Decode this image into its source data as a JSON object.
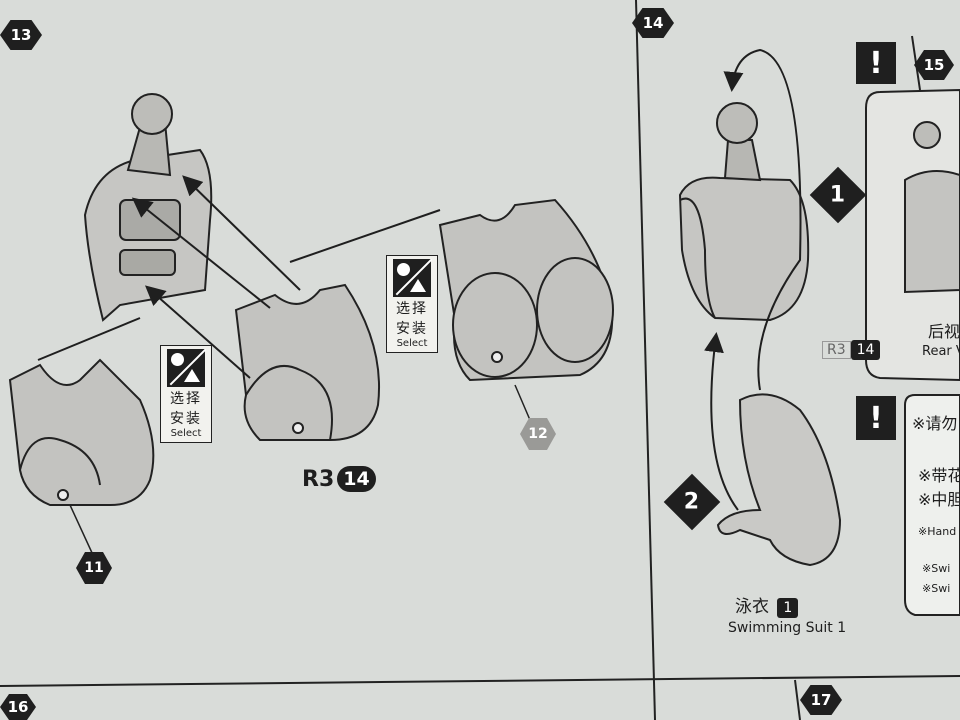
{
  "steps": {
    "s13": "13",
    "s14": "14",
    "s15": "15",
    "s16": "16",
    "s17": "17"
  },
  "parts": {
    "p11": "11",
    "p12": "12"
  },
  "select_label": {
    "zh_line1": "选择",
    "zh_line2": "安装",
    "en": "Select"
  },
  "runner_part": {
    "runner": "R3",
    "number": "14"
  },
  "order_marks": {
    "first": "1",
    "second": "2"
  },
  "swimsuit": {
    "zh": "泳衣",
    "index": "1",
    "en": "Swimming Suit 1"
  },
  "warning_icon": "exclamation-icon",
  "rear_view": {
    "zh": "后视",
    "en": "Rear V"
  },
  "notes": {
    "line1": "※请勿",
    "line2": "※带花",
    "line3": "※中胆",
    "line4": "※Hand",
    "line5": "※Swi",
    "line6": "※Swi"
  },
  "colors": {
    "ink": "#1f1f1f",
    "paper": "#d9dcd9",
    "part_gray": "#bdbdbb"
  }
}
